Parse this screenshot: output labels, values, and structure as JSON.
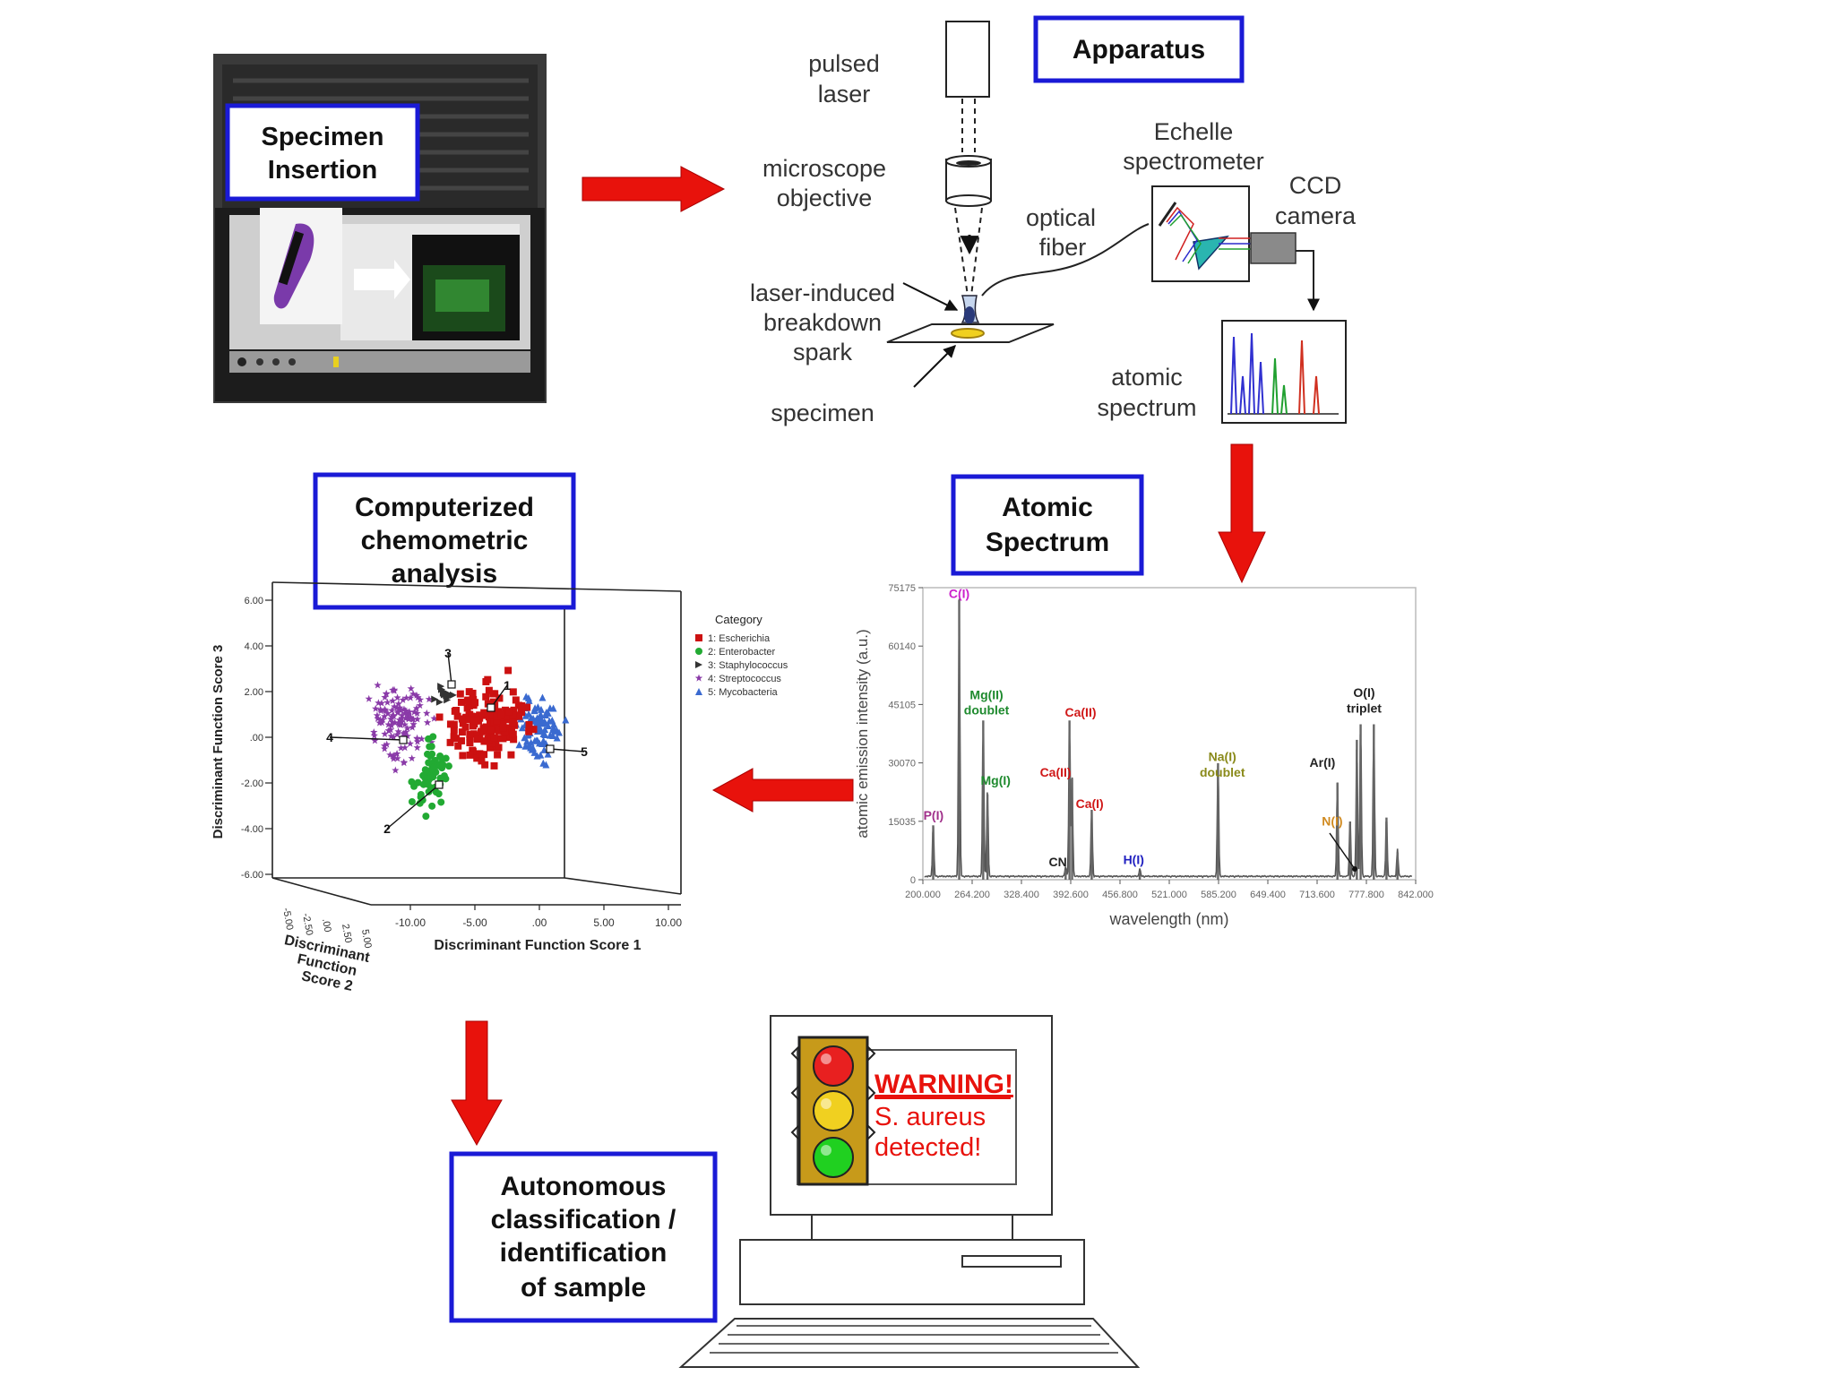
{
  "boxes": {
    "specimen_insertion": [
      "Specimen",
      "Insertion"
    ],
    "apparatus": "Apparatus",
    "atomic_spectrum": [
      "Atomic",
      "Spectrum"
    ],
    "chemometric": [
      "Computerized",
      "chemometric",
      "analysis"
    ],
    "autonomous": [
      "Autonomous",
      "classification /",
      "identification",
      "of sample"
    ]
  },
  "apparatus_labels": {
    "pulsed_laser": [
      "pulsed",
      "laser"
    ],
    "microscope_objective": [
      "microscope",
      "objective"
    ],
    "spark": [
      "laser-induced",
      "breakdown",
      "spark"
    ],
    "specimen": "specimen",
    "optical_fiber": [
      "optical",
      "fiber"
    ],
    "echelle": [
      "Echelle",
      "spectrometer"
    ],
    "ccd": [
      "CCD",
      "camera"
    ],
    "atomic_spectrum": [
      "atomic",
      "spectrum"
    ]
  },
  "warning": {
    "title": "WARNING!",
    "lines": [
      "S. aureus",
      "detected!"
    ]
  },
  "colors": {
    "box_border": "#1a1ad6",
    "arrow": "#e8120c",
    "warning_text": "#e8120c",
    "mg": "#1e8a2e",
    "ca": "#d01818",
    "c": "#cc22cc",
    "p": "#a0308a",
    "h": "#2020c0",
    "na": "#8a8a1a",
    "n": "#d08a20"
  },
  "chart_data": [
    {
      "type": "line",
      "title": "",
      "xlabel": "wavelength (nm)",
      "ylabel": "atomic emission intensity (a.u.)",
      "xlim": [
        200,
        850
      ],
      "ylim": [
        0,
        75175
      ],
      "x_ticks": [
        "200.000",
        "264.200",
        "328.400",
        "392.600",
        "456.800",
        "521.000",
        "585.200",
        "649.400",
        "713.600",
        "777.800",
        "842.000"
      ],
      "y_ticks": [
        "0",
        "15035",
        "30070",
        "45105",
        "60140",
        "75175"
      ],
      "peaks": [
        {
          "x": 213.6,
          "y": 14000
        },
        {
          "x": 247.9,
          "y": 72000
        },
        {
          "x": 279.6,
          "y": 41000
        },
        {
          "x": 285.2,
          "y": 22000
        },
        {
          "x": 388.3,
          "y": 2500
        },
        {
          "x": 393.4,
          "y": 41000
        },
        {
          "x": 396.8,
          "y": 26000
        },
        {
          "x": 422.7,
          "y": 18000
        },
        {
          "x": 486.1,
          "y": 2000
        },
        {
          "x": 589.3,
          "y": 30000
        },
        {
          "x": 746.8,
          "y": 25000
        },
        {
          "x": 763.5,
          "y": 15000
        },
        {
          "x": 772.4,
          "y": 36000
        },
        {
          "x": 777.4,
          "y": 40000
        },
        {
          "x": 794.8,
          "y": 40000
        },
        {
          "x": 811.5,
          "y": 16000
        },
        {
          "x": 826.0,
          "y": 7000
        }
      ],
      "annotations": [
        {
          "text": "C(I)",
          "color_key": "c",
          "x": 247.9,
          "y": 72500
        },
        {
          "text": "Mg(II)",
          "color_key": "mg",
          "x": 284,
          "y": 46500
        },
        {
          "text": "doublet",
          "color_key": "mg",
          "x": 284,
          "y": 42500
        },
        {
          "text": "Mg(I)",
          "color_key": "mg",
          "x": 296,
          "y": 24500
        },
        {
          "text": "P(I)",
          "color_key": "p",
          "x": 214,
          "y": 15500
        },
        {
          "text": "Ca(II)",
          "color_key": "ca",
          "x": 408,
          "y": 42000
        },
        {
          "text": "Ca(II)",
          "color_key": "ca",
          "x": 375,
          "y": 26500
        },
        {
          "text": "Ca(I)",
          "color_key": "ca",
          "x": 420,
          "y": 18500
        },
        {
          "text": "CN",
          "color_key": "",
          "x": 378,
          "y": 3500
        },
        {
          "text": "H(I)",
          "color_key": "h",
          "x": 478,
          "y": 4000
        },
        {
          "text": "Na(I)",
          "color_key": "na",
          "x": 595,
          "y": 30500
        },
        {
          "text": "doublet",
          "color_key": "na",
          "x": 595,
          "y": 26500
        },
        {
          "text": "Ar(I)",
          "color_key": "",
          "x": 727,
          "y": 29000
        },
        {
          "text": "N(I)",
          "color_key": "n",
          "x": 740,
          "y": 14000
        },
        {
          "text": "O(I)",
          "color_key": "",
          "x": 782,
          "y": 47000
        },
        {
          "text": "triplet",
          "color_key": "",
          "x": 782,
          "y": 43000
        }
      ]
    },
    {
      "type": "scatter",
      "title": "",
      "xlabel": "Discriminant Function Score 1",
      "ylabel": "Discriminant Function Score 3",
      "zlabel": [
        "Discriminant",
        "Function",
        "Score 2"
      ],
      "x_ticks": [
        "-10.00",
        "-5.00",
        ".00",
        "5.00",
        "10.00"
      ],
      "y_ticks": [
        "6.00",
        "4.00",
        "2.00",
        ".00",
        "-2.00",
        "-4.00",
        "-6.00"
      ],
      "z_ticks": [
        "-5.00",
        "-2.50",
        ".00",
        "2.50",
        "5.00"
      ],
      "legend_title": "Category",
      "legend": [
        {
          "label": "1: Escherichia",
          "color": "#cc1111",
          "marker": "square"
        },
        {
          "label": "2: Enterobacter",
          "color": "#22aa33",
          "marker": "circle"
        },
        {
          "label": "3: Staphylococcus",
          "color": "#333333",
          "marker": "triangle-right"
        },
        {
          "label": "4: Streptococcus",
          "color": "#8a3aa8",
          "marker": "star"
        },
        {
          "label": "5: Mycobacteria",
          "color": "#3a6ad0",
          "marker": "triangle"
        }
      ],
      "centroid_labels": [
        "1",
        "2",
        "3",
        "4",
        "5"
      ],
      "clusters": [
        {
          "category": "1: Escherichia",
          "center": [
            1.0,
            0.6
          ],
          "spread": [
            2.4,
            1.5
          ],
          "count": 170
        },
        {
          "category": "2: Enterobacter",
          "center": [
            -3.2,
            -1.8
          ],
          "spread": [
            1.1,
            1.4
          ],
          "count": 60
        },
        {
          "category": "3: Staphylococcus",
          "center": [
            -2.2,
            1.9
          ],
          "spread": [
            0.6,
            0.4
          ],
          "count": 14
        },
        {
          "category": "4: Streptococcus",
          "center": [
            -5.6,
            0.6
          ],
          "spread": [
            1.6,
            1.3
          ],
          "count": 120
        },
        {
          "category": "5: Mycobacteria",
          "center": [
            4.6,
            0.3
          ],
          "spread": [
            1.4,
            1.2
          ],
          "count": 90
        }
      ]
    }
  ]
}
